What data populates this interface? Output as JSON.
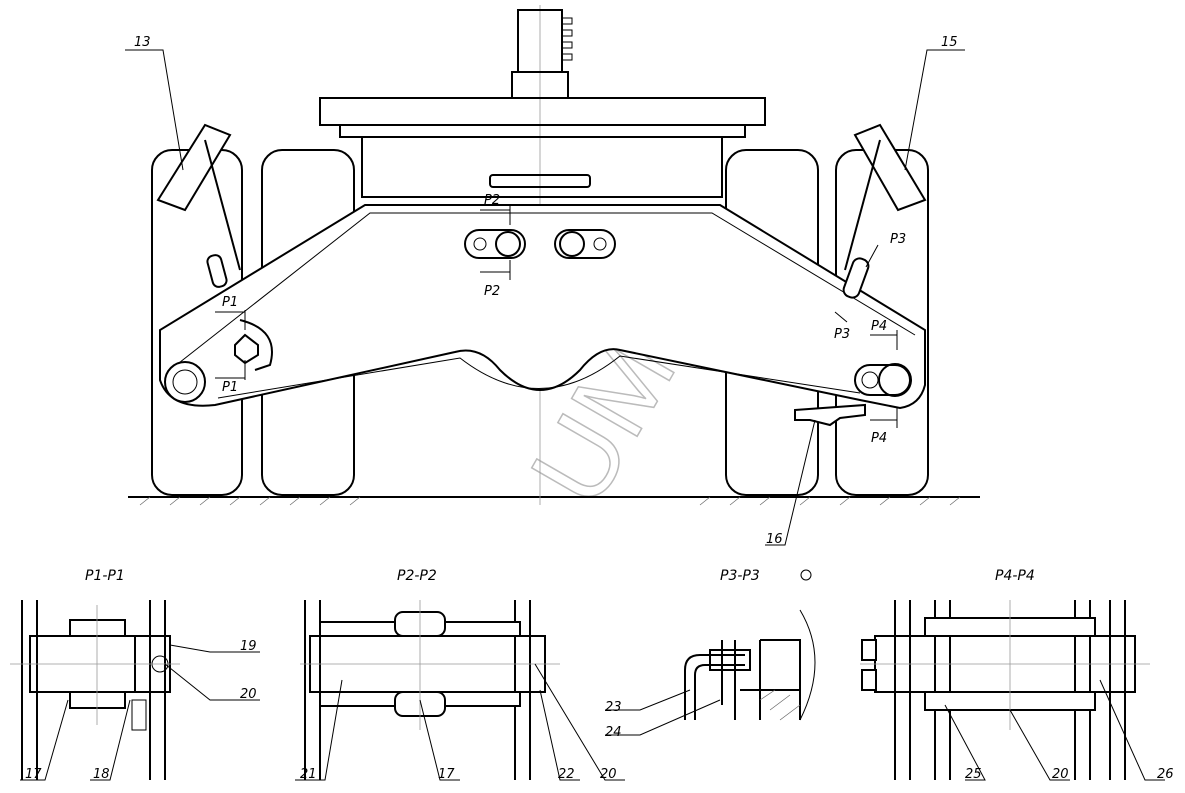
{
  "watermark": "UMG",
  "callouts": {
    "c13": "13",
    "c15": "15",
    "c16": "16"
  },
  "section_marks": {
    "p1": "P1",
    "p2": "P2",
    "p3": "P3",
    "p4": "P4"
  },
  "sections": {
    "p1": {
      "title": "P1-P1",
      "labels": [
        "17",
        "18",
        "19",
        "20"
      ]
    },
    "p2": {
      "title": "P2-P2",
      "labels": [
        "21",
        "17",
        "22",
        "20"
      ]
    },
    "p3": {
      "title": "P3-P3",
      "labels": [
        "23",
        "24"
      ]
    },
    "p4": {
      "title": "P4-P4",
      "labels": [
        "25",
        "20",
        "26"
      ]
    }
  }
}
